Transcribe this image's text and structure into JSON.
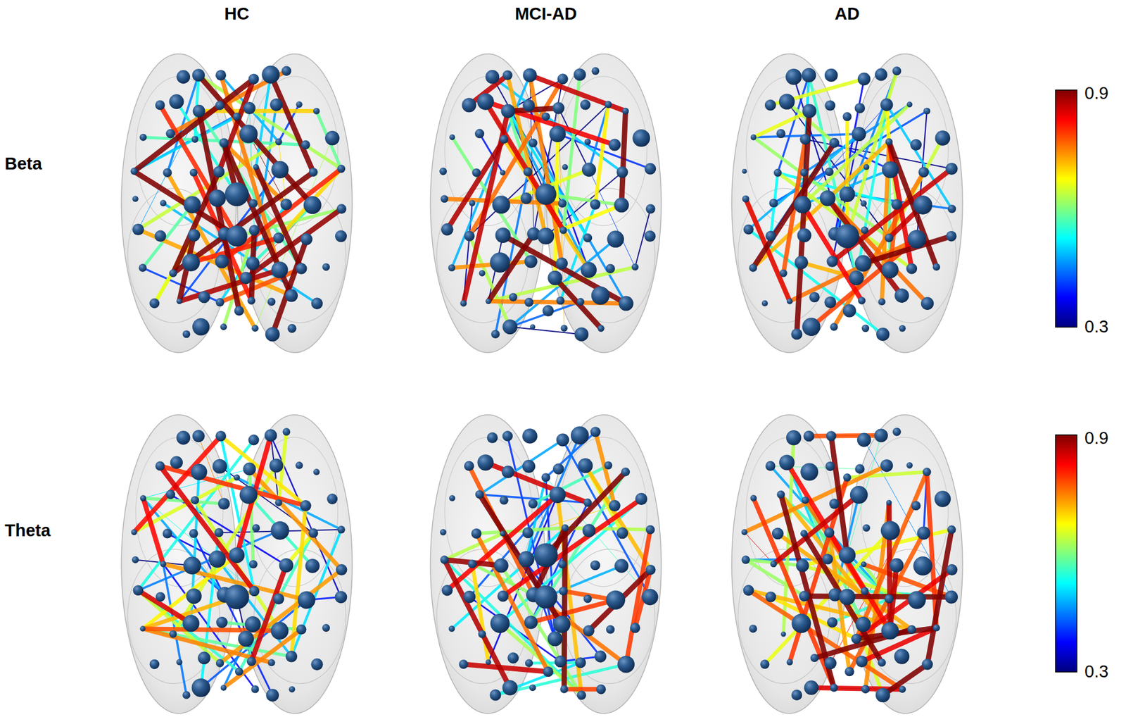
{
  "diagram": {
    "labels": [
      "HC",
      "MCI-AD",
      "AD",
      "Beta",
      "Theta",
      "0.9",
      "0.3",
      "0.9",
      "0.3"
    ]
  }
}
